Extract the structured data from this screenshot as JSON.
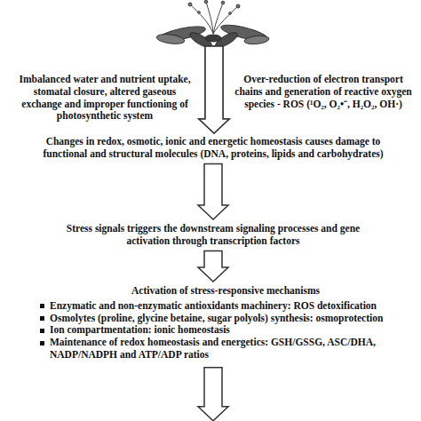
{
  "diagram": {
    "nodes": [
      {
        "text": [
          "Imbalanced water and nutrient uptake, stomatal closure, altered gaseous exchange and improper functioning of photosynthetic system"
        ]
      },
      {
        "text": [
          "Over-reduction of electron transport chains and generation of reactive oxygen species - ROS (¹O₂, O₂•⁻, H₂O₂, OH·)"
        ]
      },
      {
        "text": [
          "Changes in redox, osmotic, ionic and energetic homeostasis causes damage to functional and structural molecules (DNA, proteins, lipids and carbohydrates)"
        ]
      },
      {
        "text": [
          "Stress signals triggers the downstream signaling processes and gene activation through transcription factors"
        ]
      },
      {
        "text": [
          "Activation of stress-responsive mechanisms",
          "Enzymatic and non-enzymatic antioxidants machinery: ROS detoxification",
          "Osmolytes (proline, glycine betaine, sugar polyols) synthesis: osmoprotection",
          "Ion compartmentation: ionic homeostasis",
          "Maintenance of redox homeostasis and energetics: GSH/GSSG, ASC/DHA, NADP/NADPH and ATP/ADP ratios"
        ]
      }
    ],
    "edges": [
      {
        "from": 0,
        "to": 2,
        "arrow": "to"
      },
      {
        "from": 1,
        "to": 2,
        "arrow": "to"
      },
      {
        "from": 2,
        "to": 3,
        "arrow": "to"
      },
      {
        "from": 3,
        "to": 4,
        "arrow": "to"
      }
    ]
  }
}
